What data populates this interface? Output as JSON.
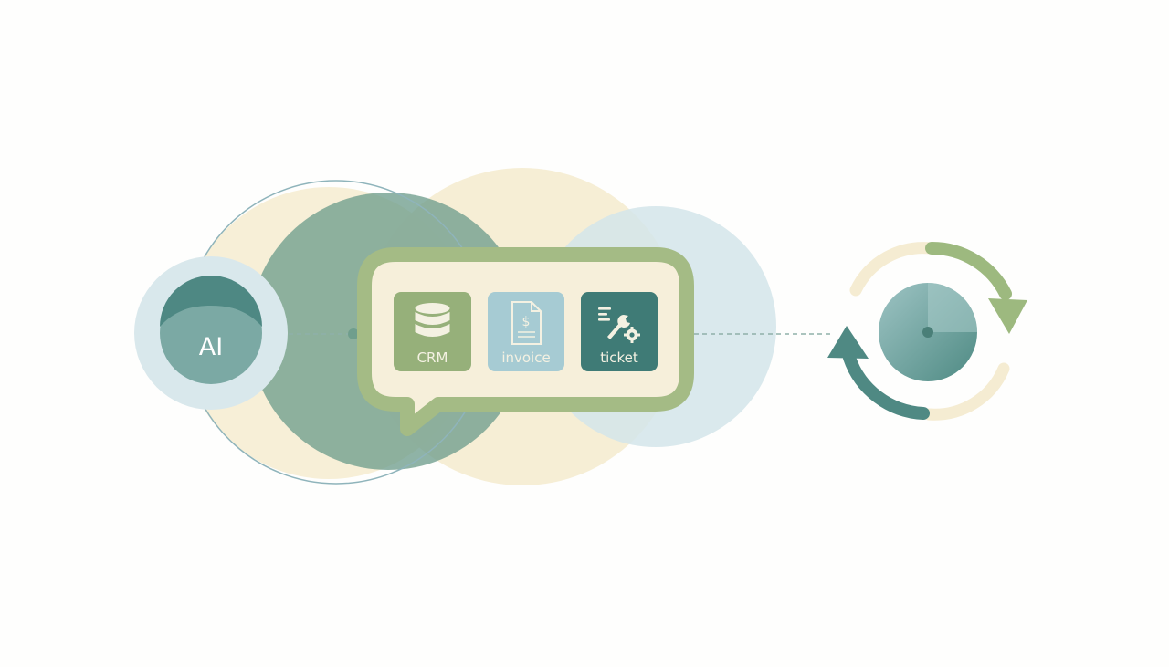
{
  "ai_node": {
    "label": "AI",
    "color_inner": "#7ba9a4",
    "color_dark": "#4e8883"
  },
  "tools": [
    {
      "id": "crm",
      "label": "CRM",
      "icon": "database-icon",
      "color": "#96b07a",
      "text_color": "#f4f1e2"
    },
    {
      "id": "invoice",
      "label": "invoice",
      "icon": "invoice-document-icon",
      "color": "#a6cbd3",
      "text_color": "#f4f1e2"
    },
    {
      "id": "ticket",
      "label": "ticket",
      "icon": "wrench-gear-icon",
      "color": "#3f7b76",
      "text_color": "#f4f1e2"
    }
  ],
  "colors": {
    "cream": "#f6edd3",
    "teal": "#6f9e8d",
    "light_blue": "#d3e5ea",
    "sage": "#a4bb85",
    "bubble_fill": "#f6efda",
    "connector": "#8fb0a9",
    "loop_teal": "#4f8983",
    "loop_sage": "#9db97f",
    "loop_cream": "#f5ecd2"
  }
}
